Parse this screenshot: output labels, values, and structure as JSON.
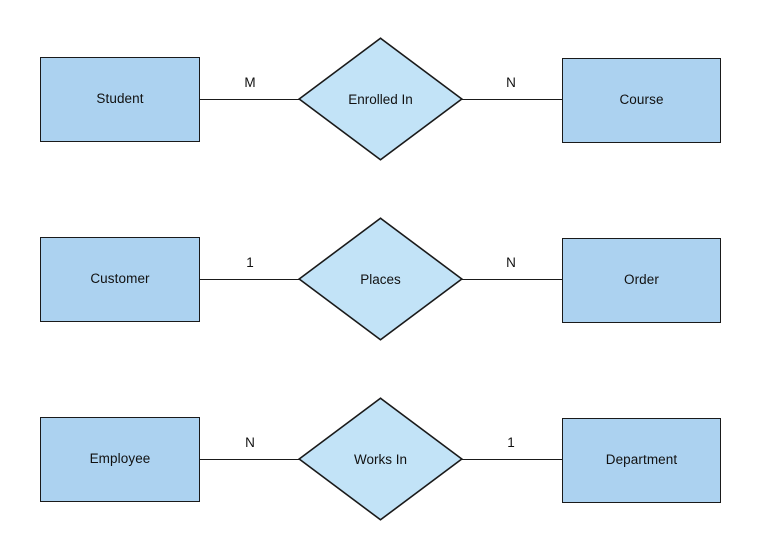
{
  "diagram": {
    "type": "entity-relationship-diagram",
    "background_color": "#FFFFFF",
    "entity_fill": "#ACD2F0",
    "relationship_fill": "#C2E3F7",
    "stroke_color": "#1A1A1A",
    "relationships": [
      {
        "left_entity": "Student",
        "left_cardinality": "M",
        "relationship": "Enrolled In",
        "right_cardinality": "N",
        "right_entity": "Course"
      },
      {
        "left_entity": "Customer",
        "left_cardinality": "1",
        "relationship": "Places",
        "right_cardinality": "N",
        "right_entity": "Order"
      },
      {
        "left_entity": "Employee",
        "left_cardinality": "N",
        "relationship": "Works In",
        "right_cardinality": "1",
        "right_entity": "Department"
      }
    ]
  }
}
